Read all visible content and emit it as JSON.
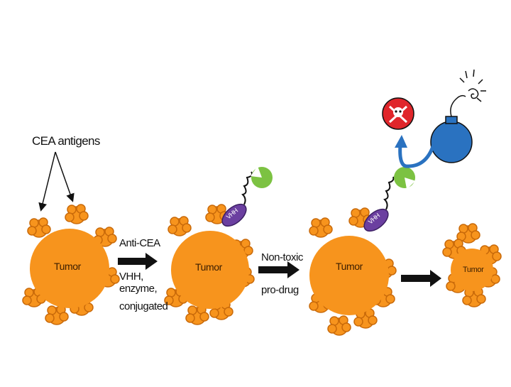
{
  "diagram": {
    "cea_label": "CEA antigens",
    "step1": {
      "line1": "Anti-CEA",
      "line2": "VHH,",
      "line3": "enzyme,",
      "line4": "conjugated"
    },
    "step2": {
      "line1": "Non-toxic",
      "line2": "pro-drug"
    },
    "tumor_label": "Tumor",
    "vhh_label": "VHH",
    "colors": {
      "tumor": "#f7941d",
      "tumor_outline": "#c96a0a",
      "antibody": "#6b3fa0",
      "enzyme": "#7cc242",
      "toxin_circle": "#e0262b",
      "bomb": "#2a72c0",
      "arrow": "#111111"
    },
    "icons": [
      "skull-crossbones-icon",
      "bomb-icon",
      "spark-icon"
    ]
  }
}
